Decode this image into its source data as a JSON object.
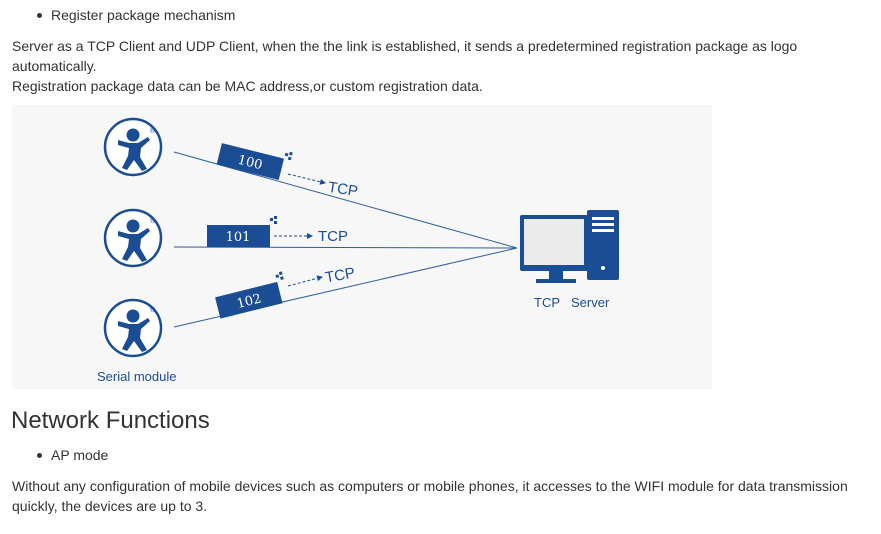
{
  "intro": {
    "bullet": "Register package mechanism",
    "paragraph_line1": "Server as a TCP Client and UDP Client, when the the link is established, it sends a predetermined registration package as logo",
    "paragraph_line2": "automatically.",
    "paragraph_line3": "Registration package data can be MAC address,or custom registration data."
  },
  "diagram": {
    "packets": [
      {
        "id": "100",
        "protocol": "TCP"
      },
      {
        "id": "101",
        "protocol": "TCP"
      },
      {
        "id": "102",
        "protocol": "TCP"
      }
    ],
    "registered_mark": "®",
    "client_label": "Serial module",
    "server_label_1": "TCP",
    "server_label_2": "Server",
    "colors": {
      "primary_blue": "#1a4d94",
      "background": "#f7f7f7",
      "line": "#2f5d9c",
      "text": "#333333"
    }
  },
  "network": {
    "heading": "Network Functions",
    "bullet": "AP mode",
    "paragraph_line1": "Without any configuration of mobile devices such as computers or mobile phones, it accesses to the WIFI module for data transmission",
    "paragraph_line2": "quickly, the devices are up to 3."
  }
}
